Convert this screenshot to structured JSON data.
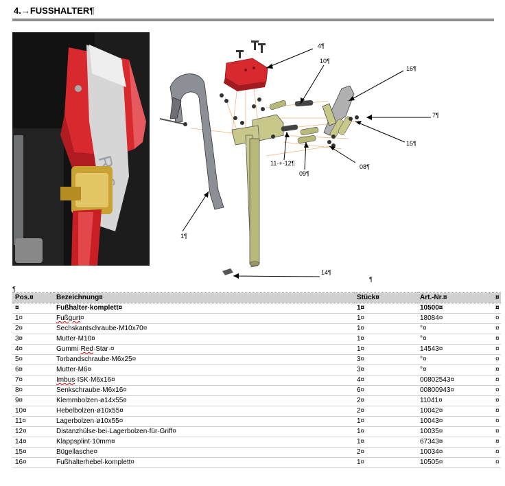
{
  "section_title": "4.→FUSSHALTER¶",
  "callouts": {
    "c4": "4¶",
    "c10": "10¶",
    "c16": "16¶",
    "c7": "7¶",
    "c15": "15¶",
    "c08": "08¶",
    "c11_12": "11·+·12¶",
    "c09": "09¶",
    "c1": "1¶",
    "c14": "14¶"
  },
  "stray_marks": {
    "after_diagram": "¶",
    "before_table": "¶"
  },
  "photo_strap_text": "Ros",
  "table": {
    "headers": [
      "Pos.¤",
      "Bezeichnung¤",
      "Stück¤",
      "Art.-Nr.¤",
      "¤"
    ],
    "rows": [
      {
        "pos": "¤",
        "name": "Fußhalter·komplett¤",
        "qty": "1¤",
        "art": "10500¤",
        "end": "¤",
        "bold": true
      },
      {
        "pos": "1¤",
        "name": "Fußgurt¤",
        "qty": "1¤",
        "art": "18084¤",
        "end": "¤"
      },
      {
        "pos": "2¤",
        "name": "Sechskantschraube·M10x70¤",
        "qty": "1¤",
        "art": "°¤",
        "end": "¤"
      },
      {
        "pos": "3¤",
        "name": "Mutter·M10¤",
        "qty": "1¤",
        "art": "°¤",
        "end": "¤"
      },
      {
        "pos": "4¤",
        "name": "Gummi·Red·Star·¤",
        "qty": "1¤",
        "art": "14543¤",
        "end": "¤"
      },
      {
        "pos": "5¤",
        "name": "Torbandschraube·M6x25¤",
        "qty": "3¤",
        "art": "°¤",
        "end": "¤"
      },
      {
        "pos": "6¤",
        "name": "Mutter·M6¤",
        "qty": "3¤",
        "art": "°¤",
        "end": "¤"
      },
      {
        "pos": "7¤",
        "name": "Imbus·ISK·M6x16¤",
        "qty": "4¤",
        "art": "00802543¤",
        "end": "¤"
      },
      {
        "pos": "8¤",
        "name": "Senkschraube·M6x16¤",
        "qty": "6¤",
        "art": "00800943¤",
        "end": "¤"
      },
      {
        "pos": "9¤",
        "name": "Klemmbolzen·ø14x55¤",
        "qty": "2¤",
        "art": "11041¤",
        "end": "¤"
      },
      {
        "pos": "10¤",
        "name": "Hebelbolzen·ø10x55¤",
        "qty": "2¤",
        "art": "10042¤",
        "end": "¤"
      },
      {
        "pos": "11¤",
        "name": "Lagerbolzen·ø10x55¤",
        "qty": "1¤",
        "art": "10043¤",
        "end": "¤"
      },
      {
        "pos": "12¤",
        "name": "Distanzhülse·bei·Lagerbolzen·für·Griff¤",
        "qty": "1¤",
        "art": "10035¤",
        "end": "¤"
      },
      {
        "pos": "14¤",
        "name": "Klappsplint·10mm¤",
        "qty": "1¤",
        "art": "67343¤",
        "end": "¤"
      },
      {
        "pos": "15¤",
        "name": "Bügellasche¤",
        "qty": "2¤",
        "art": "10034¤",
        "end": "¤"
      },
      {
        "pos": "16¤",
        "name": "Fußhalterhebel·komplett¤",
        "qty": "1¤",
        "art": "10505¤",
        "end": "¤"
      }
    ]
  },
  "colors": {
    "title_rule": "#8c8c8c",
    "header_bg": "#d0d0d0",
    "rubber_red": "#d8292f",
    "strap_grey": "#8d8f96",
    "steel_olive": "#c8c88a"
  }
}
